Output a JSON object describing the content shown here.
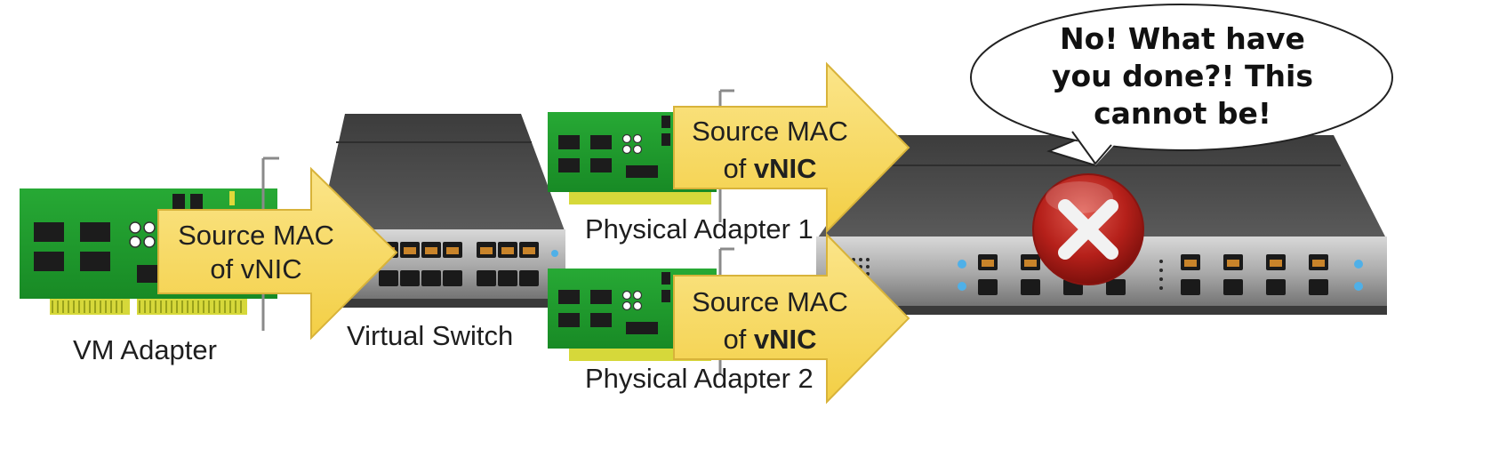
{
  "labels": {
    "vm_adapter": "VM Adapter",
    "virtual_switch": "Virtual Switch",
    "physical_adapter_1": "Physical Adapter 1",
    "physical_adapter_2": "Physical Adapter 2"
  },
  "arrows": {
    "vm": {
      "line1": "Source MAC",
      "line2": "of vNIC"
    },
    "pa1": {
      "line1": "Source MAC",
      "line2_prefix": "of ",
      "line2_bold": "vNIC"
    },
    "pa2": {
      "line1": "Source MAC",
      "line2_prefix": "of ",
      "line2_bold": "vNIC"
    }
  },
  "bubble": {
    "line1": "No! What have",
    "line2": "you done?! This",
    "line3": "cannot be!"
  },
  "icons": {
    "error": "error-x-icon",
    "switch": "network-switch-icon",
    "nic": "network-card-icon"
  },
  "colors": {
    "pcb_green": "#1f9a2c",
    "arrow_yellow": "#f7d95a",
    "switch_gray": "#4d4d4d",
    "error_red": "#c0231c"
  }
}
